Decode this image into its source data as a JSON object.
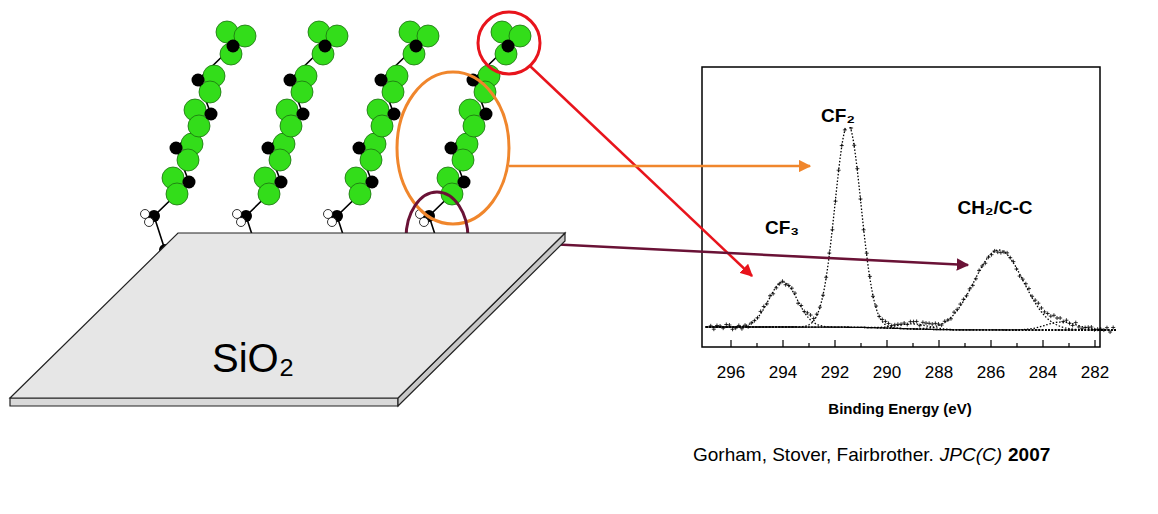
{
  "diagram": {
    "nodes": [
      {
        "text": [
          "SiO₂"
        ]
      }
    ],
    "labels": [
      "CF₃",
      "CF₂",
      "CH₂/C-C",
      "296",
      "294",
      "292",
      "290",
      "288",
      "286",
      "284",
      "282",
      "Binding Energy (eV)",
      "Gorham, Stover, Fairbrother.",
      "JPC(C)",
      "2007"
    ]
  }
}
